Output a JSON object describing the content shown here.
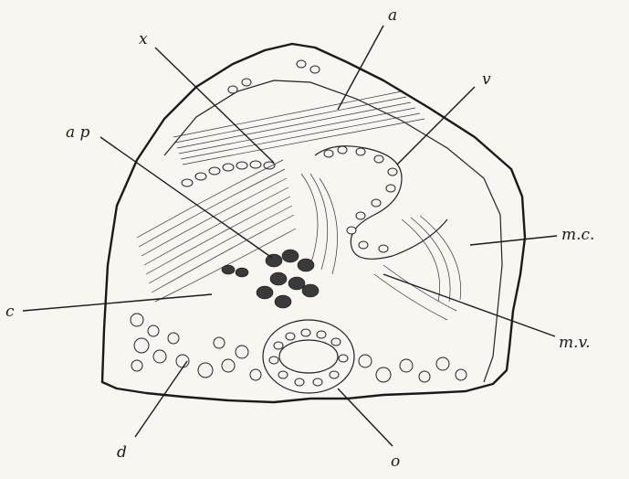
{
  "figure": {
    "labels": {
      "x": "x",
      "a": "a",
      "v": "v",
      "ap": "a p",
      "mc": "m.c.",
      "c": "c",
      "mv": "m.v.",
      "d": "d",
      "o": "o"
    },
    "colors": {
      "ink": "#1a1a1a",
      "paper": "#f7f6f1"
    }
  }
}
